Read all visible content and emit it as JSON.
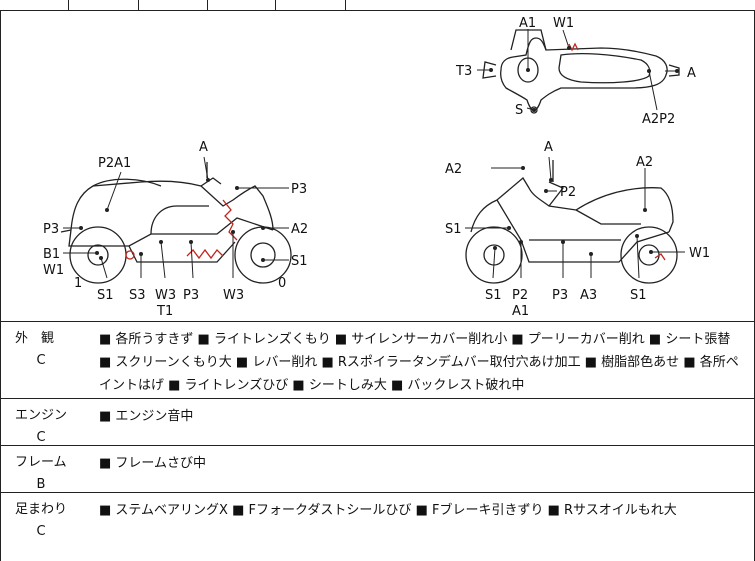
{
  "diagram": {
    "top_view_labels": {
      "a1": "A1",
      "w1": "W1",
      "t3": "T3",
      "a": "A",
      "s": "S",
      "a2p2": "A2P2"
    },
    "left_view_labels": {
      "p2a1": "P2A1",
      "a": "A",
      "p3_right": "P3",
      "p3_left": "P3",
      "a2": "A2",
      "b1": "B1",
      "w1": "W1",
      "one": "1",
      "s1_right": "S1",
      "zero": "0",
      "s1_bottom": "S1",
      "s3": "S3",
      "w3": "W3",
      "t1": "T1",
      "p3_bottom": "P3",
      "w3_bottom": "W3"
    },
    "right_view_labels": {
      "a2_left": "A2",
      "a": "A",
      "a2_right": "A2",
      "p2": "P2",
      "s1_left": "S1",
      "w1": "W1",
      "s1_bottom": "S1",
      "p2_bottom": "P2",
      "a1": "A1",
      "p3": "P3",
      "a3": "A3",
      "s1_bottom_right": "S1"
    }
  },
  "sections": [
    {
      "label": "外　観",
      "grade": "C",
      "text": "■ 各所うすきず ■ ライトレンズくもり ■ サイレンサーカバー削れ小 ■ プーリーカバー削れ ■ シート張替 ■ スクリーンくもり大 ■ レバー削れ ■ Rスポイラータンデムバー取付穴あけ加工 ■ 樹脂部色あせ ■ 各所ペイントはげ ■ ライトレンズひび ■ シートしみ大 ■ バックレスト破れ中"
    },
    {
      "label": "エンジン",
      "grade": "C",
      "text": "■ エンジン音中"
    },
    {
      "label": "フレーム",
      "grade": "B",
      "text": "■ フレームさび中"
    },
    {
      "label": "足まわり",
      "grade": "C",
      "text": "■ ステムベアリングX ■ Fフォークダストシールひび ■ Fブレーキ引きずり ■ Rサスオイルもれ大"
    }
  ],
  "colors": {
    "damage": "#c0261b",
    "line": "#222222"
  }
}
